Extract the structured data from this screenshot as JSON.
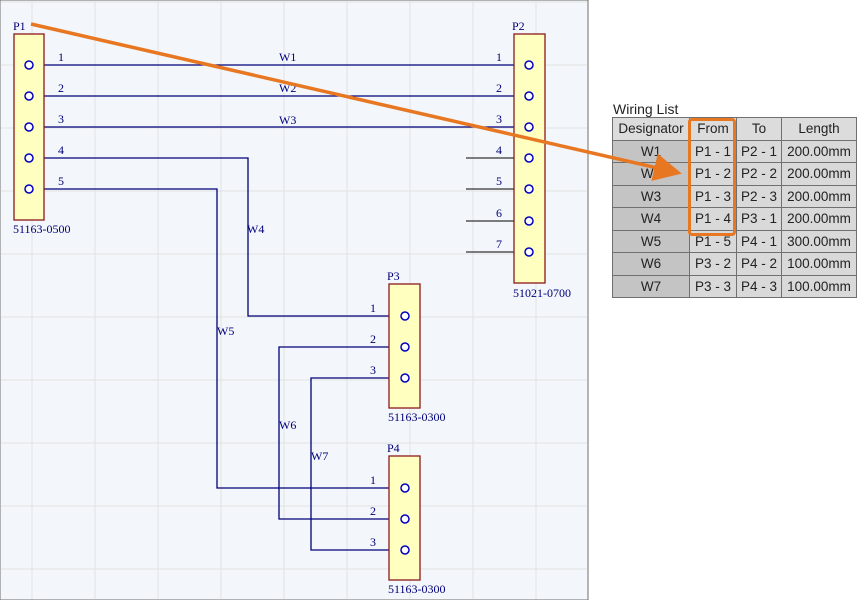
{
  "colors": {
    "wire": "#00007a",
    "pin": "#0000c0",
    "connector_fill": "#ffffc0",
    "connector_border": "#8b1a1a",
    "grid": "#e2e2e2",
    "sheet": "#f3f6fa",
    "highlight": "#e87722"
  },
  "connectors": [
    {
      "designator": "P1",
      "part": "51163-0500",
      "pins": [
        "1",
        "2",
        "3",
        "4",
        "5"
      ]
    },
    {
      "designator": "P2",
      "part": "51021-0700",
      "pins": [
        "1",
        "2",
        "3",
        "4",
        "5",
        "6",
        "7"
      ]
    },
    {
      "designator": "P3",
      "part": "51163-0300",
      "pins": [
        "1",
        "2",
        "3"
      ]
    },
    {
      "designator": "P4",
      "part": "51163-0300",
      "pins": [
        "1",
        "2",
        "3"
      ]
    }
  ],
  "wire_labels": [
    "W1",
    "W2",
    "W3",
    "W4",
    "W5",
    "W6",
    "W7"
  ],
  "wiring_list": {
    "title": "Wiring List",
    "headers": [
      "Designator",
      "From",
      "To",
      "Length"
    ],
    "rows": [
      [
        "W1",
        "P1 - 1",
        "P2 - 1",
        "200.00mm"
      ],
      [
        "W2",
        "P1 - 2",
        "P2 - 2",
        "200.00mm"
      ],
      [
        "W3",
        "P1 - 3",
        "P2 - 3",
        "200.00mm"
      ],
      [
        "W4",
        "P1 - 4",
        "P3 - 1",
        "200.00mm"
      ],
      [
        "W5",
        "P1 - 5",
        "P4 - 1",
        "300.00mm"
      ],
      [
        "W6",
        "P3 - 2",
        "P4 - 2",
        "100.00mm"
      ],
      [
        "W7",
        "P3 - 3",
        "P4 - 3",
        "100.00mm"
      ]
    ]
  }
}
